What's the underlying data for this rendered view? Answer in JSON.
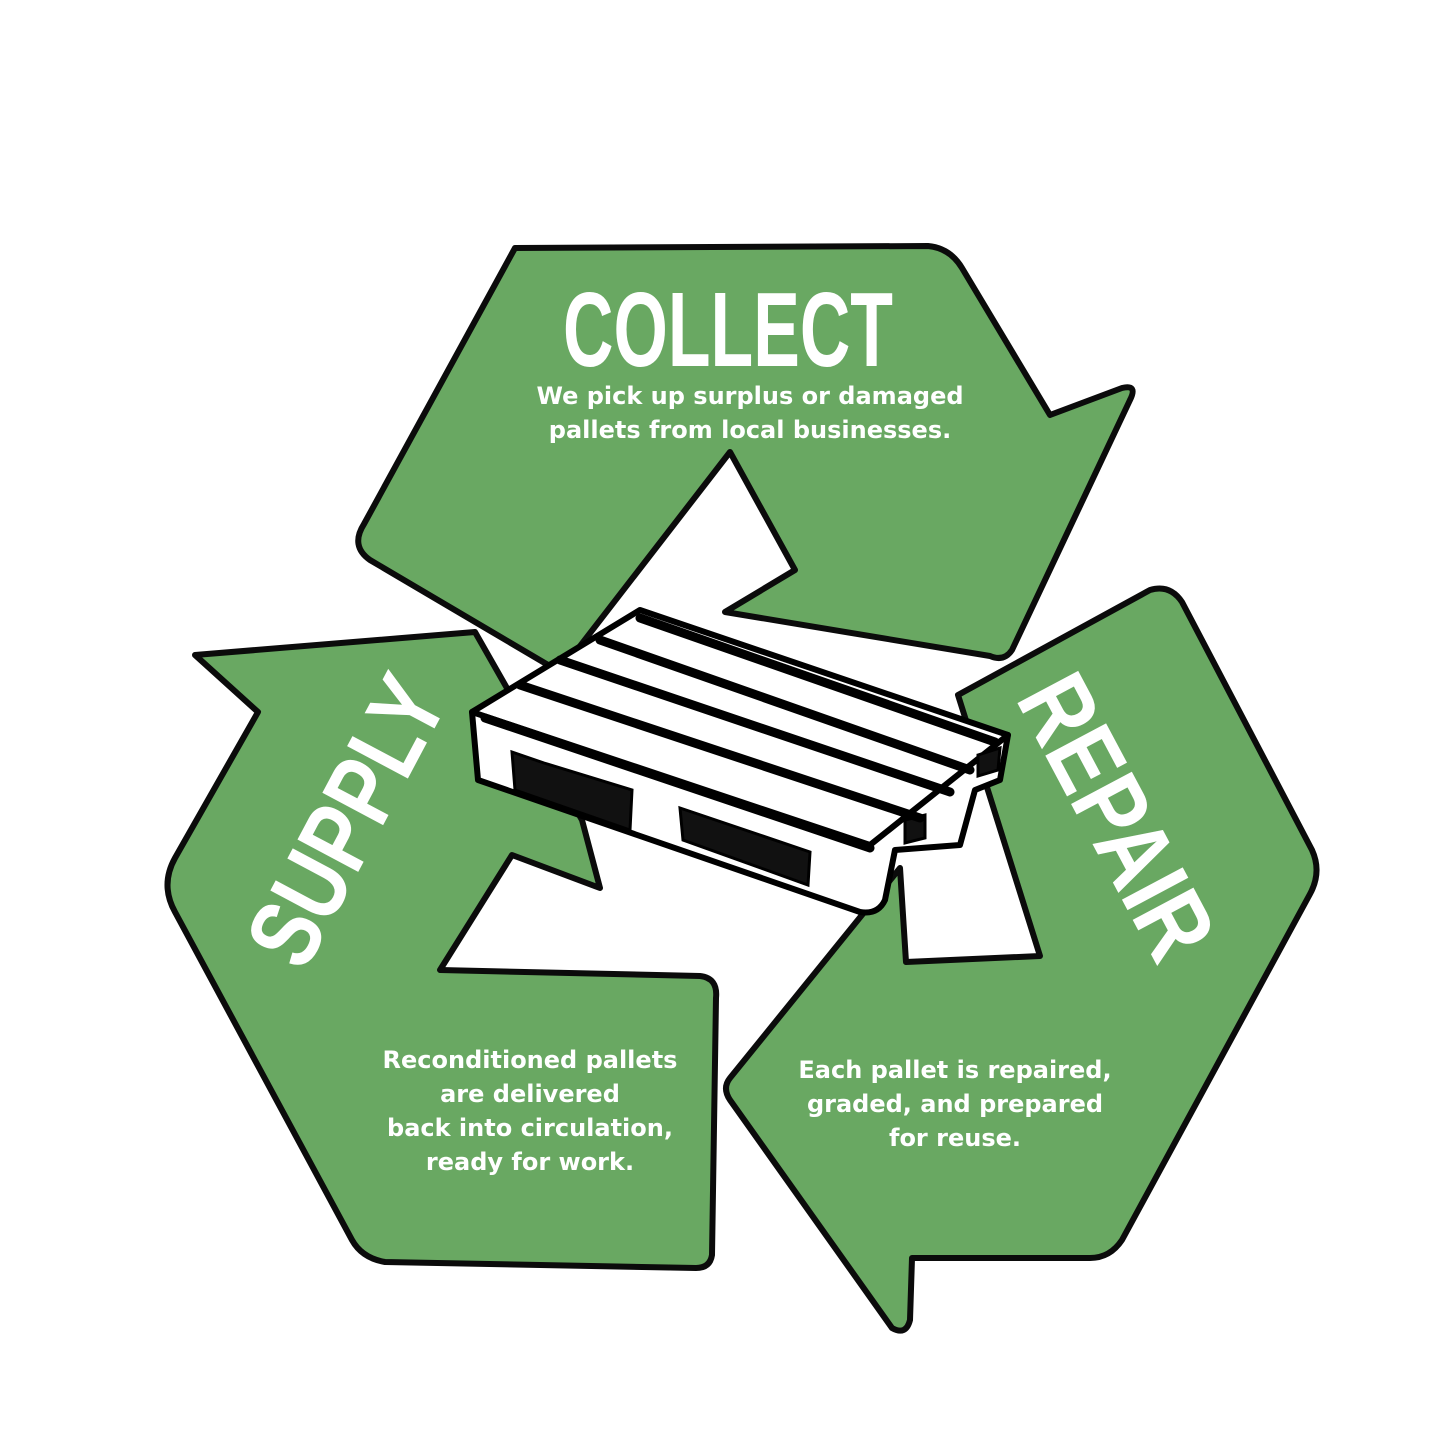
{
  "colors": {
    "arrow_fill": "#69a862",
    "outline": "#0b0b0b",
    "text": "#ffffff",
    "background": "#ffffff"
  },
  "center_icon": "pallet-icon",
  "steps": {
    "collect": {
      "title": "COLLECT",
      "lines": [
        "We pick up surplus or damaged",
        "pallets from local businesses."
      ]
    },
    "repair": {
      "title": "REPAIR",
      "lines": [
        "Each pallet is repaired,",
        "graded, and prepared",
        "for reuse."
      ]
    },
    "supply": {
      "title": "SUPPLY",
      "lines": [
        "Reconditioned pallets",
        "are delivered",
        "back into circulation,",
        "ready for work."
      ]
    }
  }
}
